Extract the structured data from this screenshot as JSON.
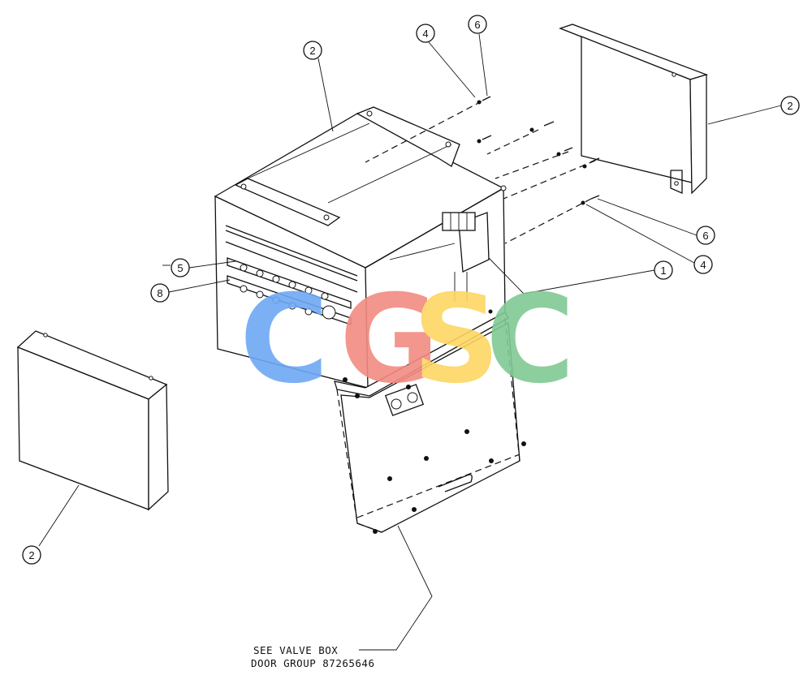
{
  "diagram": {
    "callouts": {
      "top_left_cover": "2",
      "screw_top": "4",
      "nut_top": "6",
      "right_cover": "2",
      "nut_right": "6",
      "screw_right": "4",
      "box": "1",
      "strip_5": "5",
      "strip_8": "8",
      "left_cover": "2"
    },
    "note": {
      "line1": "SEE VALVE BOX",
      "line2": "DOOR GROUP 87265646"
    },
    "watermark": {
      "letters": [
        "C",
        "G",
        "S",
        "C"
      ],
      "colors": [
        "#6ea8f5",
        "#f28b82",
        "#fdd663",
        "#81c995"
      ]
    }
  }
}
